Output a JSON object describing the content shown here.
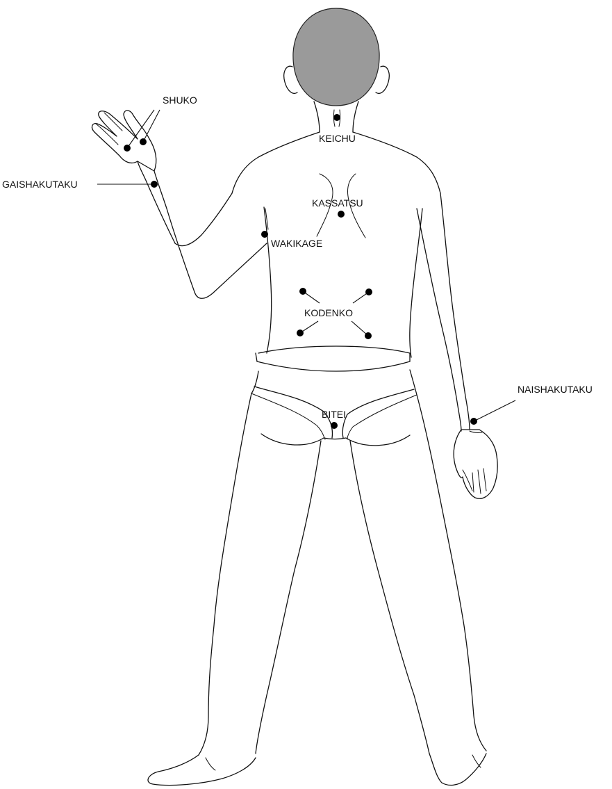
{
  "colors": {
    "hair": "#9a9a9a",
    "ink": "#111111",
    "point": "#000000",
    "background": "#ffffff"
  },
  "labels": {
    "shuko": "SHUKO",
    "keichu": "KEICHU",
    "gaishakutaku": "GAISHAKUTAKU",
    "kassatsu": "KASSATSU",
    "wakikage": "WAKIKAGE",
    "kodenko": "KODENKO",
    "naishakutaku": "NAISHAKUTAKU",
    "bitei": "BITEI"
  }
}
